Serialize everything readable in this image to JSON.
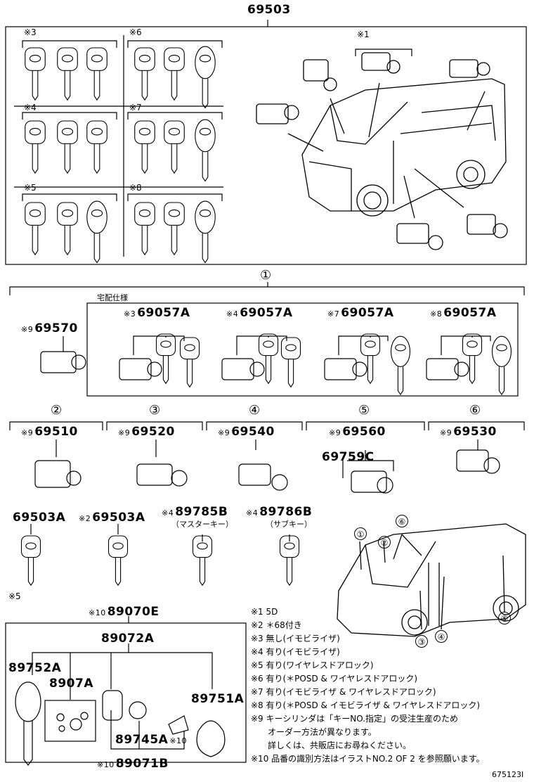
{
  "top_part": "69503",
  "key_set_marks": [
    "※3",
    "※6",
    "※4",
    "※7",
    "※5",
    "※8"
  ],
  "mark1": "※1",
  "callout_1": "①",
  "takuhai": "宅配仕様",
  "part_69570": {
    "mark": "※9",
    "num": "69570"
  },
  "key_sets": [
    {
      "mark": "※3",
      "num": "69057A"
    },
    {
      "mark": "※4",
      "num": "69057A"
    },
    {
      "mark": "※7",
      "num": "69057A"
    },
    {
      "mark": "※8",
      "num": "69057A"
    }
  ],
  "callouts_row": [
    "②",
    "③",
    "④",
    "⑤",
    "⑥"
  ],
  "cylinders": [
    {
      "mark": "※9",
      "num": "69510"
    },
    {
      "mark": "※9",
      "num": "69520"
    },
    {
      "mark": "※9",
      "num": "69540"
    },
    {
      "mark": "※9",
      "num": "69560"
    },
    {
      "mark": "※9",
      "num": "69530"
    }
  ],
  "part_69759C": "69759C",
  "keys_row": [
    {
      "mark": "",
      "num": "69503A",
      "sub": ""
    },
    {
      "mark": "※2",
      "num": "69503A",
      "sub": ""
    },
    {
      "mark": "※4",
      "num": "89785B",
      "sub": "（マスターキー）"
    },
    {
      "mark": "※4",
      "num": "89786B",
      "sub": "（サブキー）"
    }
  ],
  "van_callouts": [
    "①",
    "②",
    "⑥",
    "③",
    "④",
    "⑤"
  ],
  "mark5": "※5",
  "bottom": {
    "p89070E": {
      "mark": "※10",
      "num": "89070E"
    },
    "p89072A": "89072A",
    "p89752A": "89752A",
    "p8907A": "8907A",
    "p89751A": "89751A",
    "p89745A": {
      "num": "89745A",
      "mark": "※10"
    },
    "p89071B": {
      "mark": "※10",
      "num": "89071B"
    }
  },
  "notes": [
    "※1 5D",
    "※2 ＊68付き",
    "※3 無し(イモビライザ)",
    "※4 有り(イモビライザ)",
    "※5 有り(ワイヤレスドアロック)",
    "※6 有り(＊POSD & ワイヤレスドアロック)",
    "※7 有り(イモビライザ & ワイヤレスドアロック)",
    "※8 有り(＊POSD & イモビライザ & ワイヤレスドアロック)",
    "※9 キーシリンダは「キーNO.指定」の受注生産のため",
    "　　オーダー方法が異なります。",
    "　　詳しくは、共販店にお尋ねください。",
    "※10 品番の識別方法はイラストNO.2 OF 2 を参照願います。"
  ],
  "drawing_no": "675123I"
}
